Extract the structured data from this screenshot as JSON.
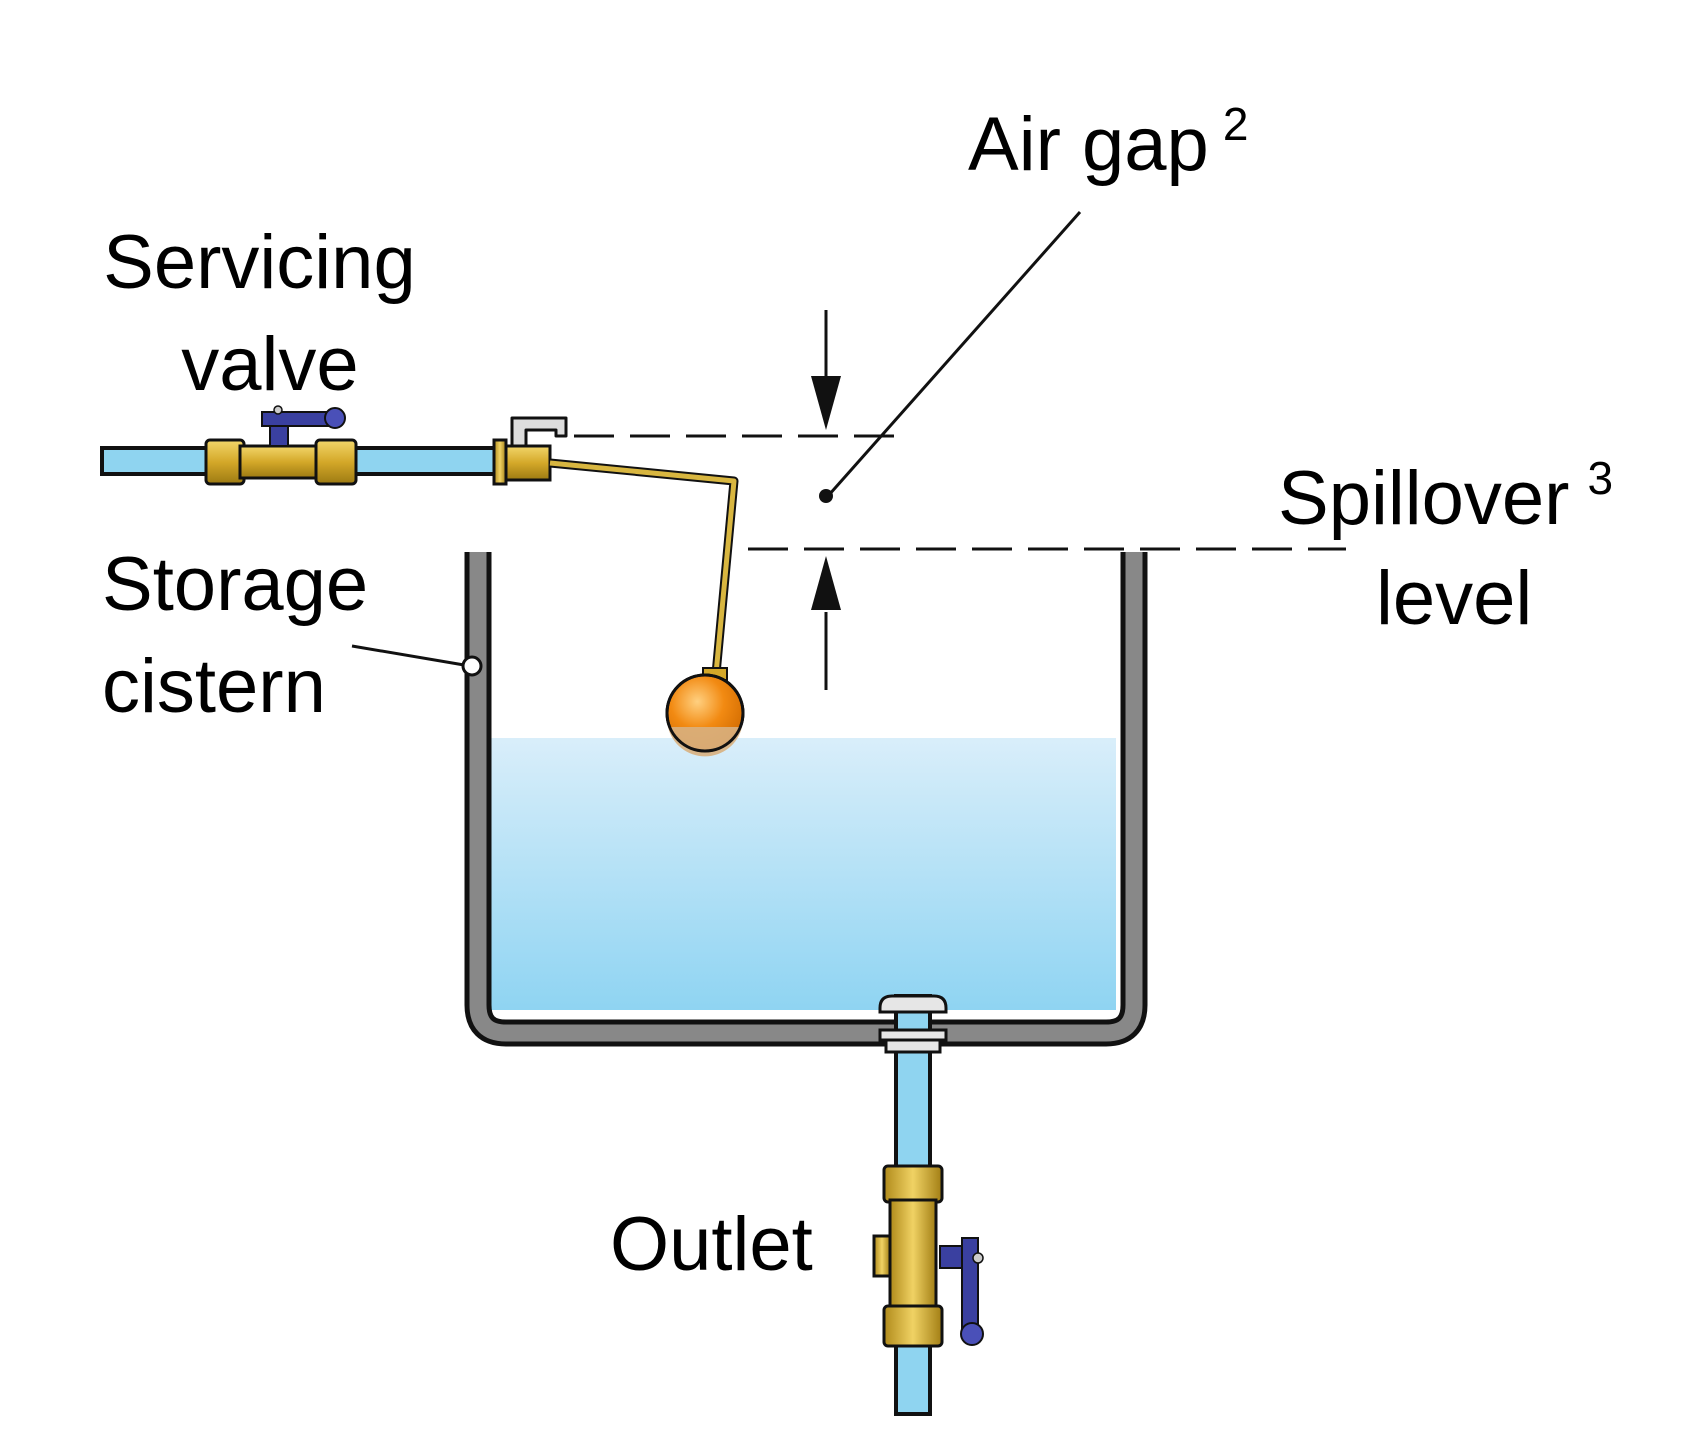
{
  "labels": {
    "servicing_valve": [
      "Servicing",
      "valve"
    ],
    "storage_cistern": [
      "Storage",
      "cistern"
    ],
    "air_gap": "Air gap",
    "air_gap_note": "2",
    "spillover_level": [
      "Spillover",
      "level"
    ],
    "spillover_note": "3",
    "outlet": "Outlet"
  },
  "colors": {
    "water": "#9ad8f2",
    "pipe_water": "#8fd4f0",
    "cistern_wall": "#888888",
    "brass": "#d4a829",
    "valve_handle": "#33398f",
    "float": "#f08a1c",
    "outline": "#111111"
  },
  "icons": {
    "servicing_valve": "ball-valve-icon",
    "outlet_valve": "ball-valve-icon",
    "float": "float-ball-icon"
  }
}
